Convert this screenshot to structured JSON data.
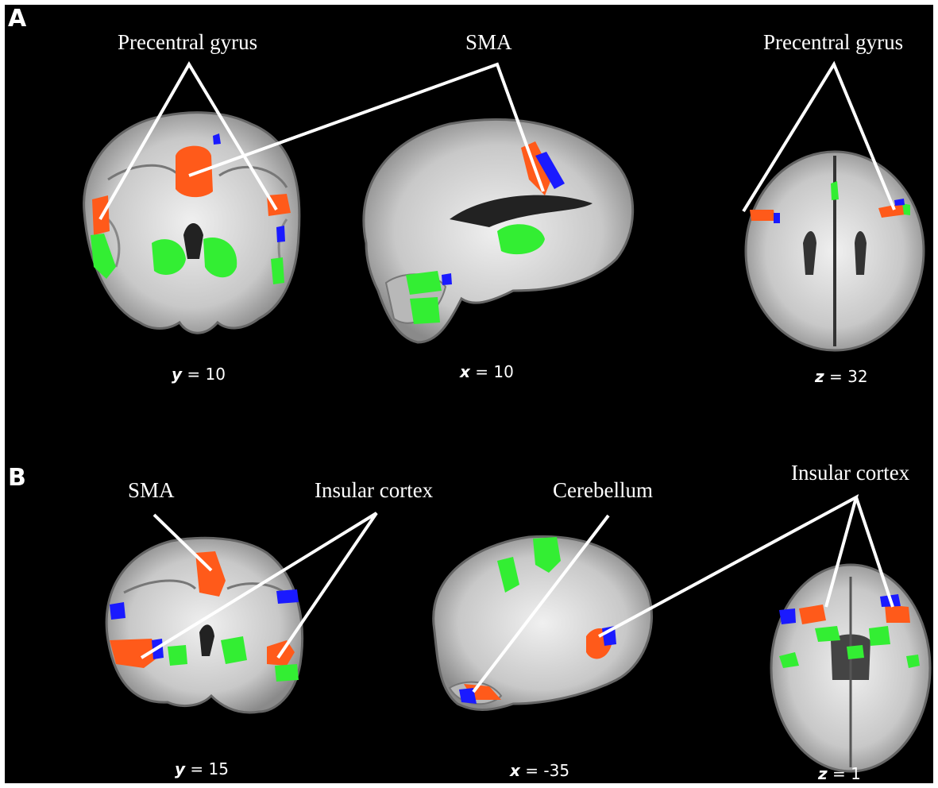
{
  "panels": [
    {
      "letter": "A",
      "labels": [
        "Precentral gyrus",
        "SMA",
        "Precentral gyrus"
      ],
      "slices": [
        {
          "axis": "y",
          "value": "10"
        },
        {
          "axis": "x",
          "value": "10"
        },
        {
          "axis": "z",
          "value": "32"
        }
      ]
    },
    {
      "letter": "B",
      "labels": [
        "SMA",
        "Insular cortex",
        "Cerebellum",
        "Insular cortex"
      ],
      "slices": [
        {
          "axis": "y",
          "value": "15"
        },
        {
          "axis": "x",
          "value": "-35"
        },
        {
          "axis": "z",
          "value": "1"
        }
      ]
    }
  ],
  "coord_separator": " = ",
  "colors": {
    "background": "#000000",
    "activation_orange": "#ff5a1a",
    "activation_green": "#33ee33",
    "activation_blue": "#1a1aff",
    "brain_light": "#d8d8d8",
    "brain_dark": "#555555",
    "leader_line": "#ffffff"
  }
}
